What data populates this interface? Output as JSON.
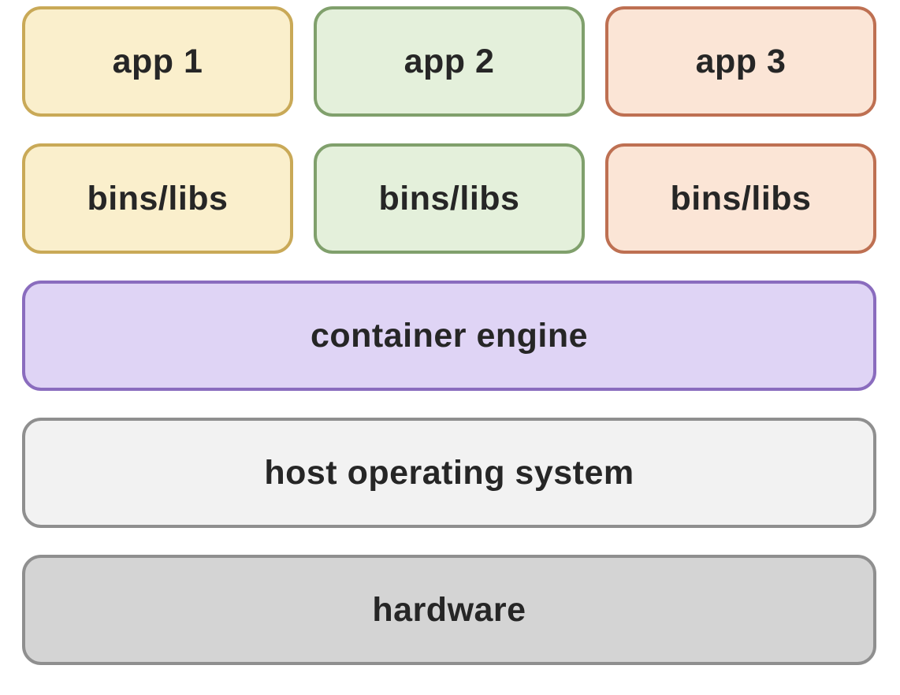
{
  "diagram": {
    "text_color": "#262626",
    "background": "#ffffff",
    "columns": [
      {
        "app_label": "app 1",
        "bins_label": "bins/libs",
        "fill": "#FAEFCC",
        "border": "#C9A957"
      },
      {
        "app_label": "app 2",
        "bins_label": "bins/libs",
        "fill": "#E4F0DB",
        "border": "#80A06C"
      },
      {
        "app_label": "app 3",
        "bins_label": "bins/libs",
        "fill": "#FBE5D6",
        "border": "#BE7052"
      }
    ],
    "layers": [
      {
        "label": "container engine",
        "fill": "#DFD4F5",
        "border": "#8A6CBE"
      },
      {
        "label": "host operating system",
        "fill": "#F2F2F2",
        "border": "#8F8F8F"
      },
      {
        "label": "hardware",
        "fill": "#D4D4D4",
        "border": "#8F8F8F"
      }
    ]
  }
}
